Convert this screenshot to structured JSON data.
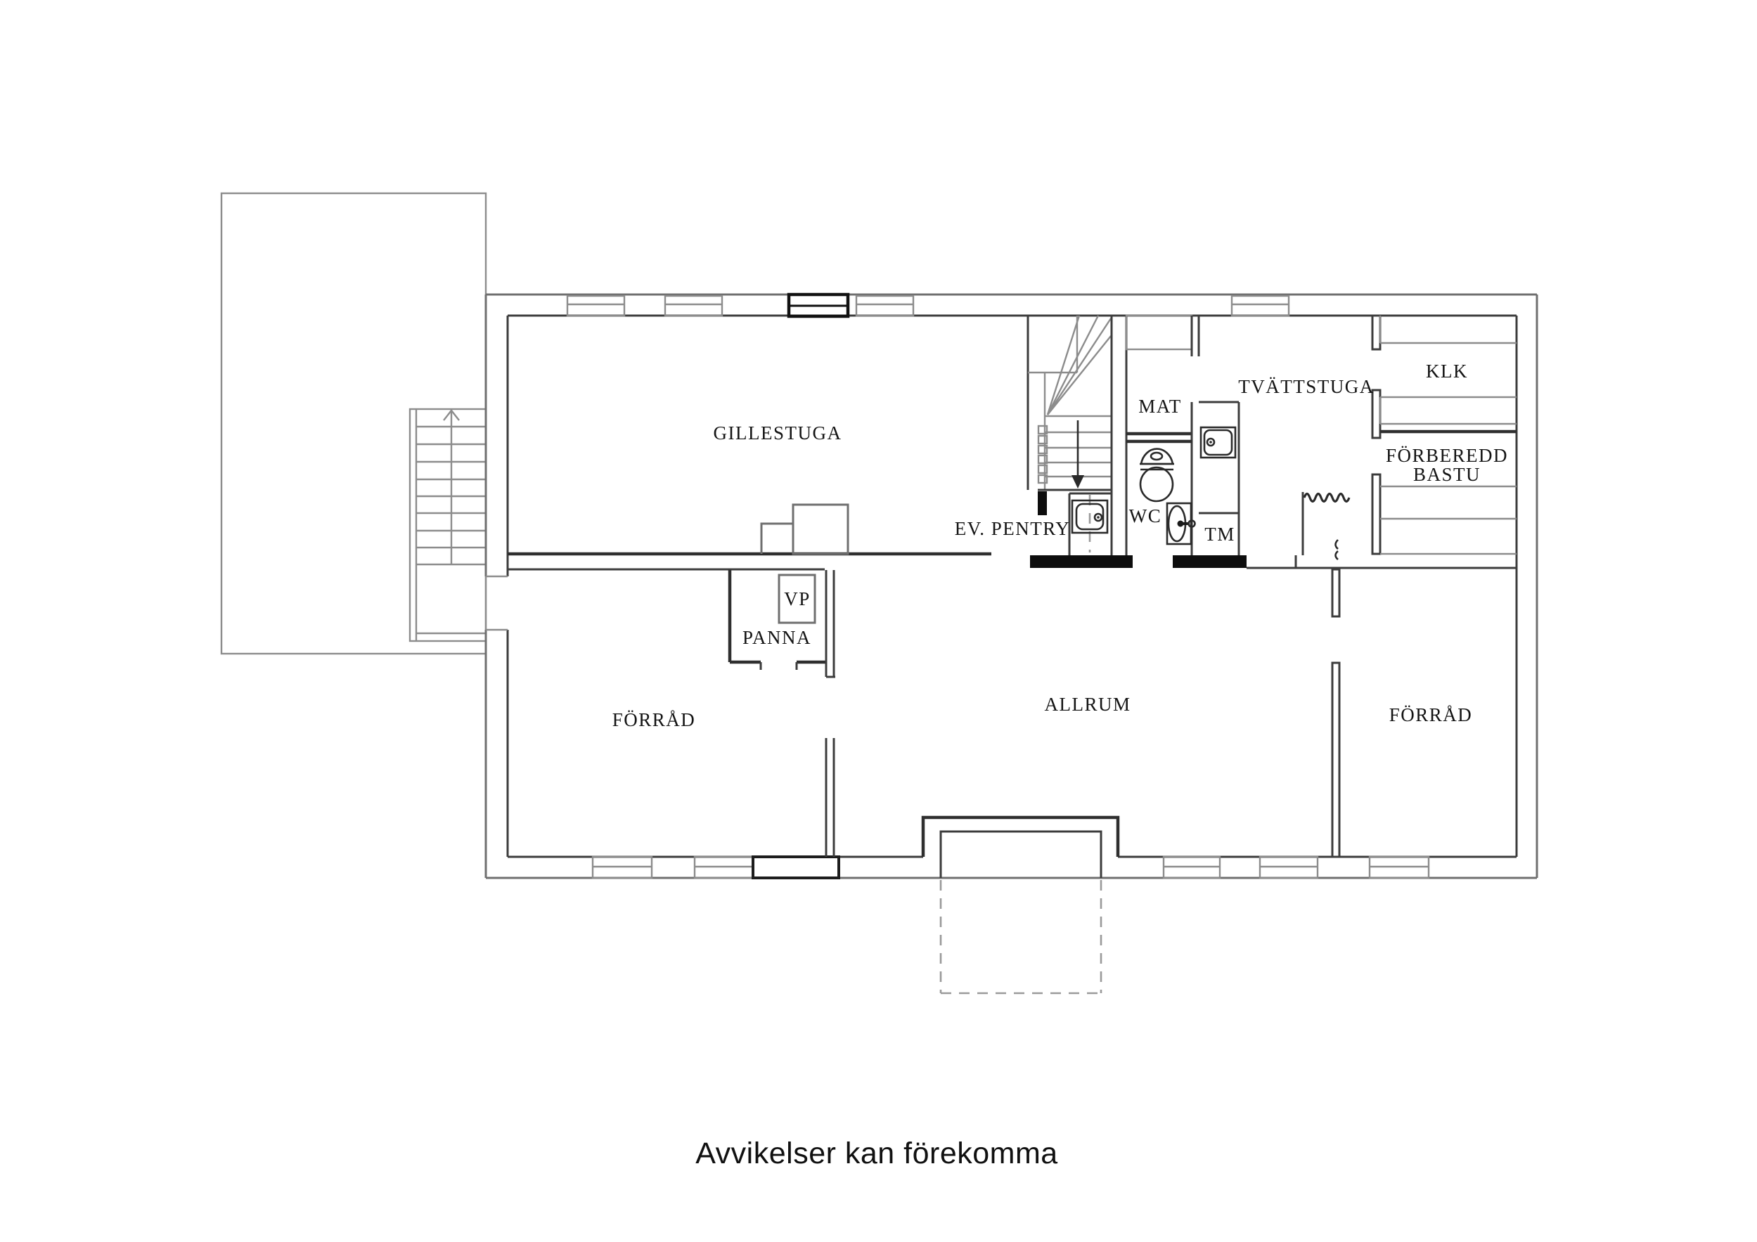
{
  "labels": {
    "gillestuga": "GILLESTUGA",
    "mat": "MAT",
    "tvattstuga": "TVÄTTSTUGA",
    "klk": "KLK",
    "bastu_line1": "FÖRBEREDD",
    "bastu_line2": "BASTU",
    "ev_pentry": "EV. PENTRY",
    "wc": "WC",
    "tm": "TM",
    "vp": "VP",
    "panna": "PANNA",
    "forrad_left": "FÖRRÅD",
    "allrum": "ALLRUM",
    "forrad_right": "FÖRRÅD"
  },
  "disclaimer": "Avvikelser kan förekomma",
  "colors": {
    "background": "#ffffff",
    "outer_wall": "#6f6f6f",
    "inner_wall": "#3c3c3c",
    "solid_wall": "#0d0d0d",
    "text": "#141414"
  }
}
